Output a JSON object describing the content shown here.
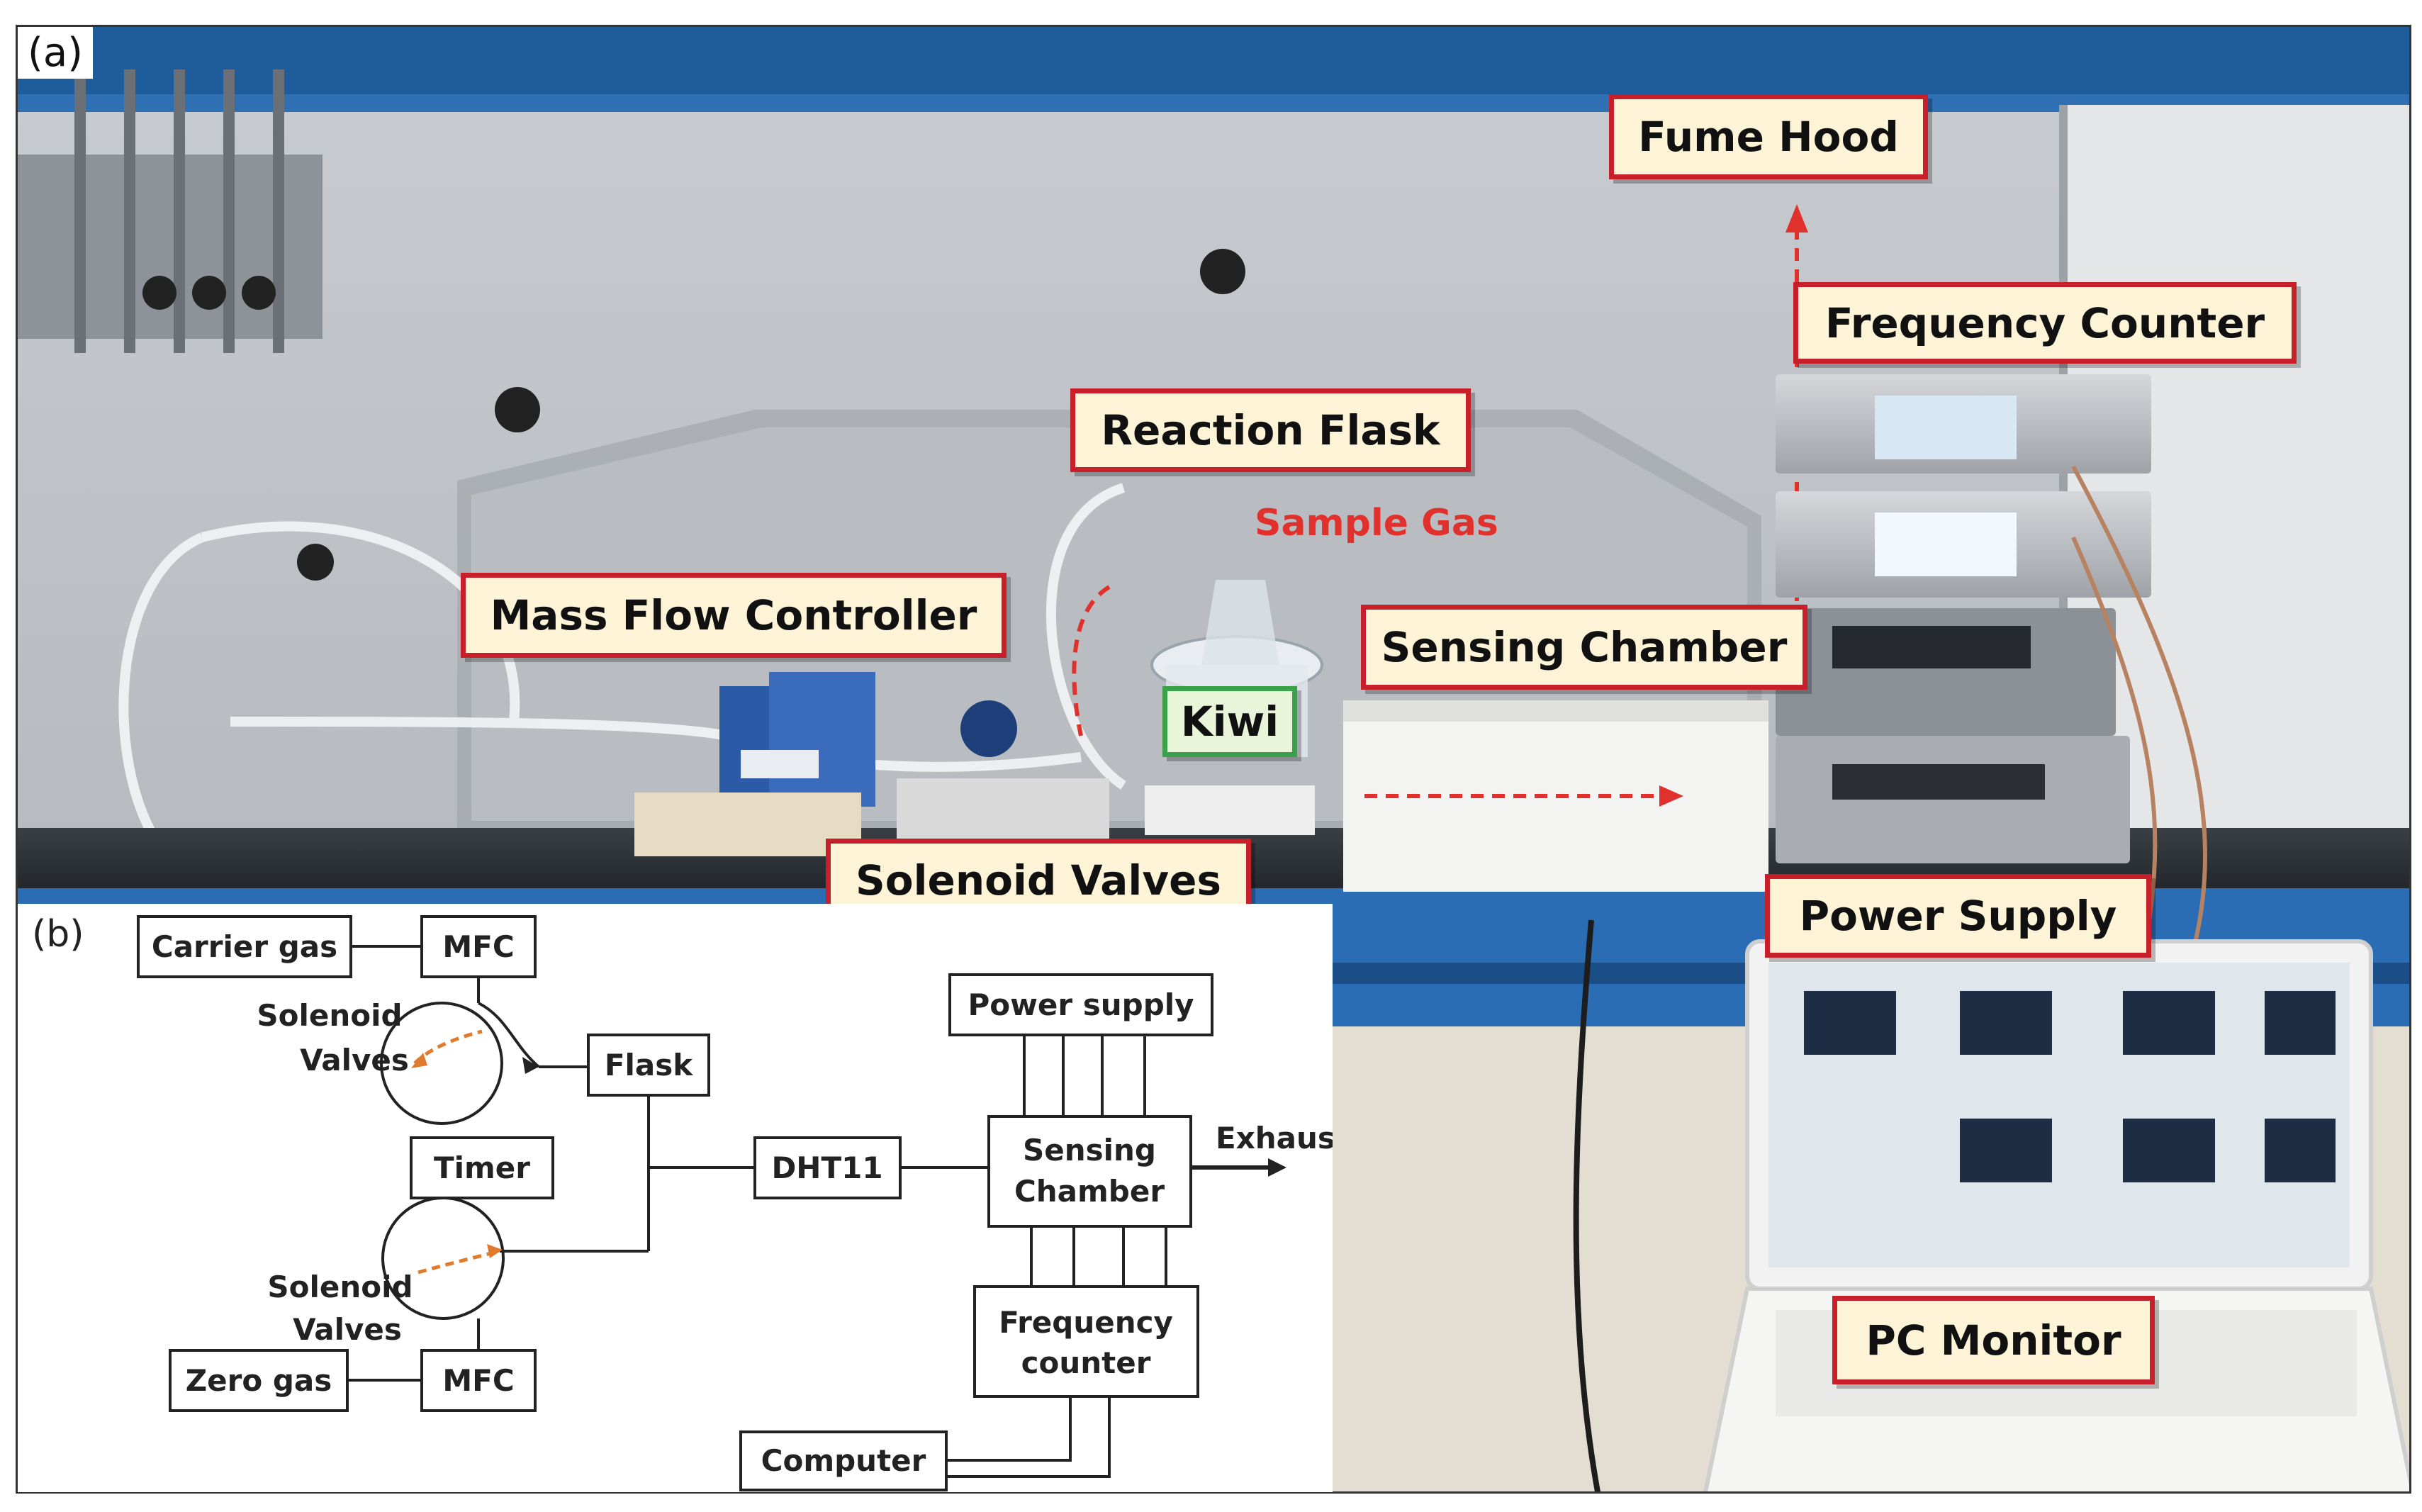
{
  "panel_a": {
    "letter": "(a)",
    "labels": {
      "fume_hood": "Fume Hood",
      "frequency_counter": "Frequency Counter",
      "reaction_flask": "Reaction Flask",
      "sample_gas": "Sample Gas",
      "mass_flow_controller": "Mass Flow Controller",
      "sensing_chamber": "Sensing Chamber",
      "kiwi": "Kiwi",
      "solenoid_valves": "Solenoid Valves",
      "power_supply": "Power Supply",
      "pc_monitor": "PC Monitor"
    }
  },
  "panel_b": {
    "letter": "(b)",
    "boxes": {
      "carrier_gas": "Carrier gas",
      "mfc_top": "MFC",
      "solenoid_top_1": "Solenoid",
      "solenoid_top_2": "Valves",
      "flask": "Flask",
      "timer": "Timer",
      "dht11": "DHT11",
      "power_supply": "Power supply",
      "sensing_1": "Sensing",
      "sensing_2": "Chamber",
      "exhaust": "Exhaust",
      "solenoid_bottom_1": "Solenoid",
      "solenoid_bottom_2": "Valves",
      "zero_gas": "Zero gas",
      "mfc_bottom": "MFC",
      "frequency_1": "Frequency",
      "frequency_2": "counter",
      "computer": "Computer"
    }
  }
}
